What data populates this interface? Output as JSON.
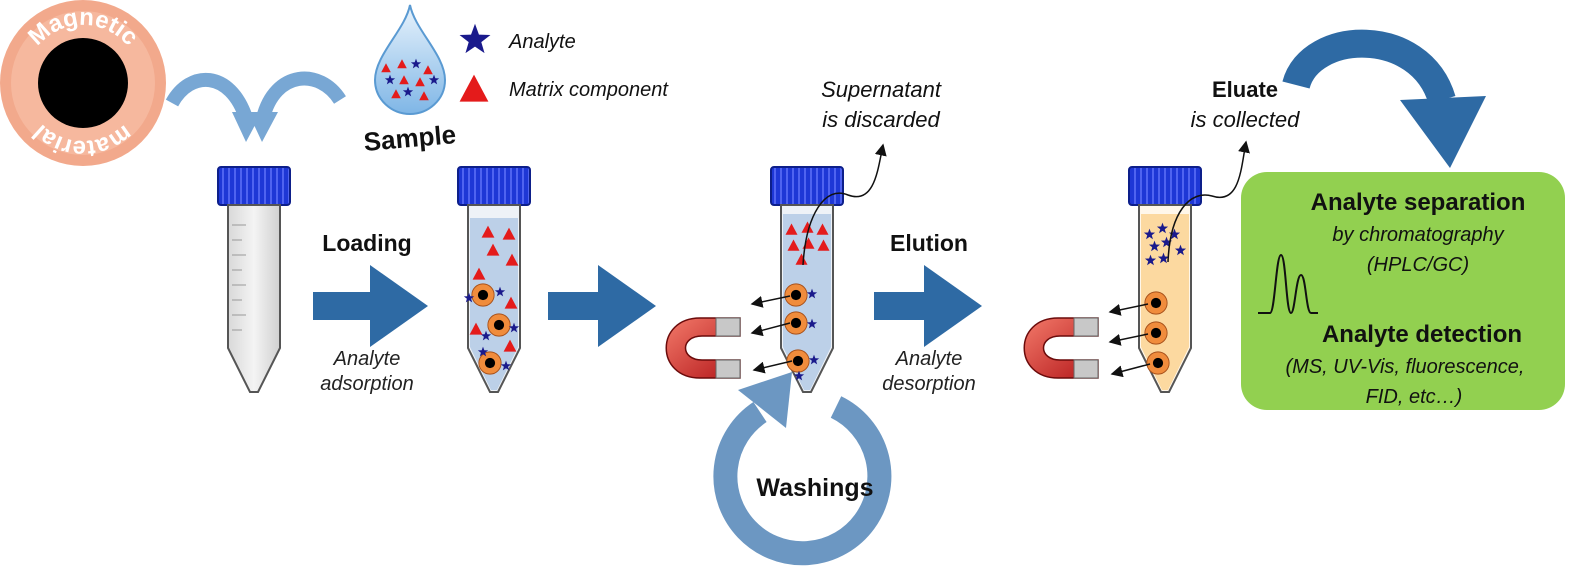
{
  "magnetic_material": {
    "line1": "Magnetic",
    "line2": "material"
  },
  "sample": {
    "label": "Sample"
  },
  "legend": {
    "analyte": "Analyte",
    "matrix": "Matrix component"
  },
  "steps": {
    "loading": "Loading",
    "loading_sub1": "Analyte",
    "loading_sub2": "adsorption",
    "elution": "Elution",
    "elution_sub1": "Analyte",
    "elution_sub2": "desorption",
    "washings": "Washings"
  },
  "notes": {
    "supernatant1": "Supernatant",
    "supernatant2": "is discarded",
    "eluate_bold": "Eluate",
    "eluate2": "is collected"
  },
  "analysis": {
    "separation_title": "Analyte separation",
    "separation_line1": "by chromatography",
    "separation_line2": "(HPLC/GC)",
    "detection_title": "Analyte detection",
    "detection_line1": "(MS, UV-Vis, fluorescence,",
    "detection_line2": "FID, etc…)"
  },
  "colors": {
    "arrow_blue": "#2e6aa4",
    "light_blue_arrow": "#78a7d4",
    "washing_arrow": "#6c97c2",
    "magnetic_ring": "#f2a98c",
    "analyte_star": "#1a1a8c",
    "matrix_triangle": "#e41b1b",
    "cap_blue": "#1e37d6",
    "analysis_box": "#92d050",
    "tube_liquid_blue": "#bcd0e8",
    "tube_liquid_orange": "#fcd9a0",
    "bead_orange": "#f08c3c"
  }
}
